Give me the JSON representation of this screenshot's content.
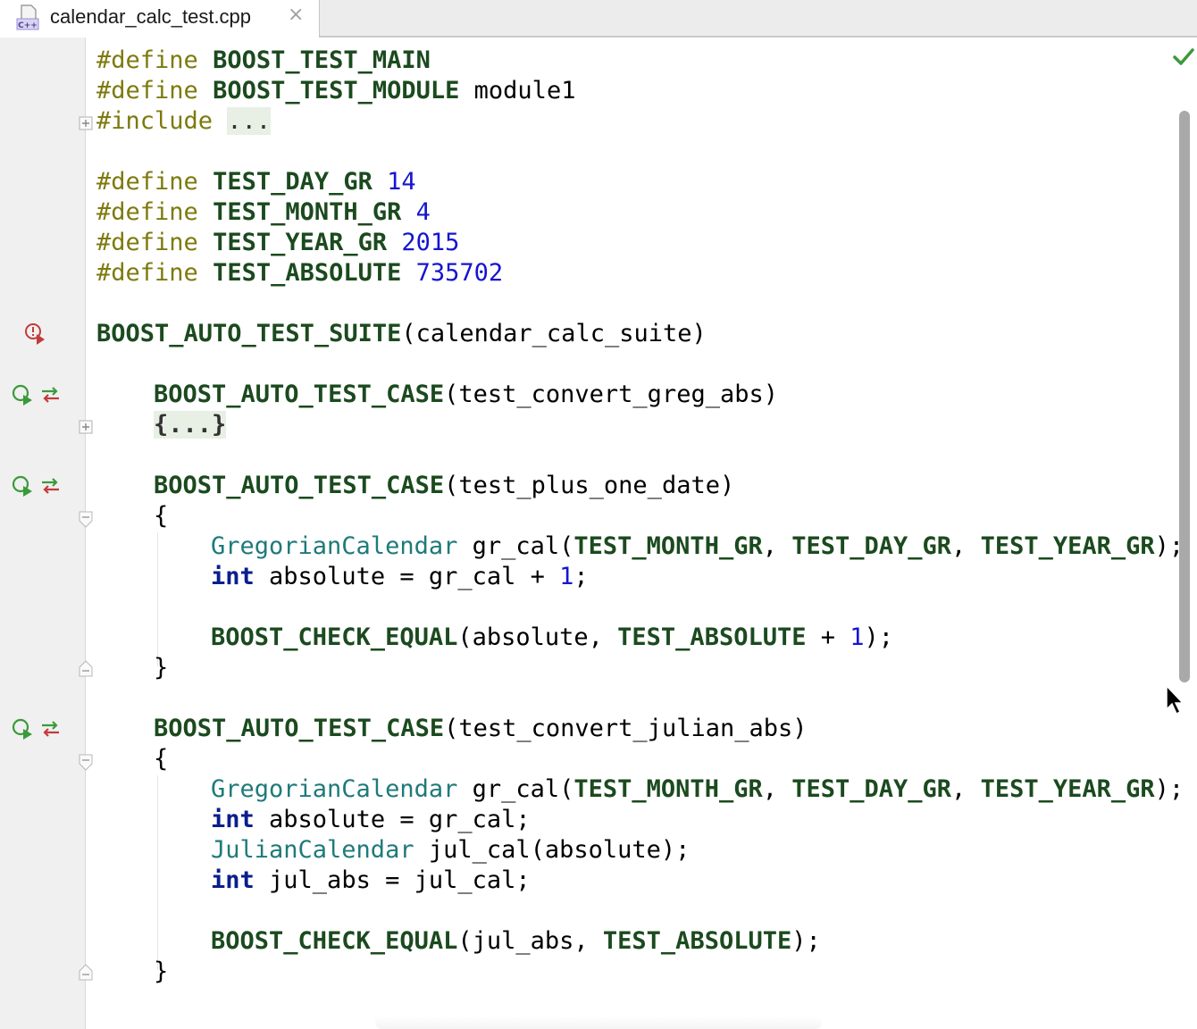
{
  "tab": {
    "title": "calendar_calc_test.cpp",
    "file_type_label": "C++",
    "close_glyph": "×"
  },
  "colors": {
    "preprocessor": "#7d7a0e",
    "macro": "#1b4a1e",
    "number": "#1515d0",
    "class": "#1f7a7a",
    "keyword": "#0a1e8c",
    "run_icon": "#3a9a3a",
    "error_icon": "#c43a3a",
    "inspection_ok": "#3a9a3a"
  },
  "code": {
    "l1": {
      "pp": "#define",
      "name": "BOOST_TEST_MAIN"
    },
    "l2": {
      "pp": "#define",
      "name": "BOOST_TEST_MODULE",
      "rest": " module1"
    },
    "l3": {
      "pp": "#include",
      "folded": "..."
    },
    "l5": {
      "pp": "#define",
      "name": "TEST_DAY_GR",
      "value": "14"
    },
    "l6": {
      "pp": "#define",
      "name": "TEST_MONTH_GR",
      "value": "4"
    },
    "l7": {
      "pp": "#define",
      "name": "TEST_YEAR_GR",
      "value": "2015"
    },
    "l8": {
      "pp": "#define",
      "name": "TEST_ABSOLUTE",
      "value": "735702"
    },
    "l10": {
      "macro": "BOOST_AUTO_TEST_SUITE",
      "args": "(calendar_calc_suite)"
    },
    "l12": {
      "macro": "BOOST_AUTO_TEST_CASE",
      "args": "(test_convert_greg_abs)"
    },
    "l13": {
      "folded": "{...}"
    },
    "l15": {
      "macro": "BOOST_AUTO_TEST_CASE",
      "args": "(test_plus_one_date)"
    },
    "l16": {
      "brace": "{"
    },
    "l17": {
      "cls": "GregorianCalendar",
      "t1": " gr_cal(",
      "m1": "TEST_MONTH_GR",
      "t2": ", ",
      "m2": "TEST_DAY_GR",
      "t3": ", ",
      "m3": "TEST_YEAR_GR",
      "t4": ");"
    },
    "l18": {
      "type": "int",
      "t1": " absolute = gr_cal + ",
      "num": "1",
      "t2": ";"
    },
    "l20": {
      "macro": "BOOST_CHECK_EQUAL",
      "t1": "(absolute, ",
      "m1": "TEST_ABSOLUTE",
      "t2": " + ",
      "num": "1",
      "t3": ");"
    },
    "l21": {
      "brace": "}"
    },
    "l23": {
      "macro": "BOOST_AUTO_TEST_CASE",
      "args": "(test_convert_julian_abs)"
    },
    "l24": {
      "brace": "{"
    },
    "l25": {
      "cls": "GregorianCalendar",
      "t1": " gr_cal(",
      "m1": "TEST_MONTH_GR",
      "t2": ", ",
      "m2": "TEST_DAY_GR",
      "t3": ", ",
      "m3": "TEST_YEAR_GR",
      "t4": ");"
    },
    "l26": {
      "type": "int",
      "t1": " absolute = gr_cal;"
    },
    "l27": {
      "cls": "JulianCalendar",
      "t1": " jul_cal(absolute);"
    },
    "l28": {
      "type": "int",
      "t1": " jul_abs = jul_cal;"
    },
    "l30": {
      "macro": "BOOST_CHECK_EQUAL",
      "t1": "(jul_abs, ",
      "m1": "TEST_ABSOLUTE",
      "t2": ");"
    },
    "l31": {
      "brace": "}"
    }
  }
}
